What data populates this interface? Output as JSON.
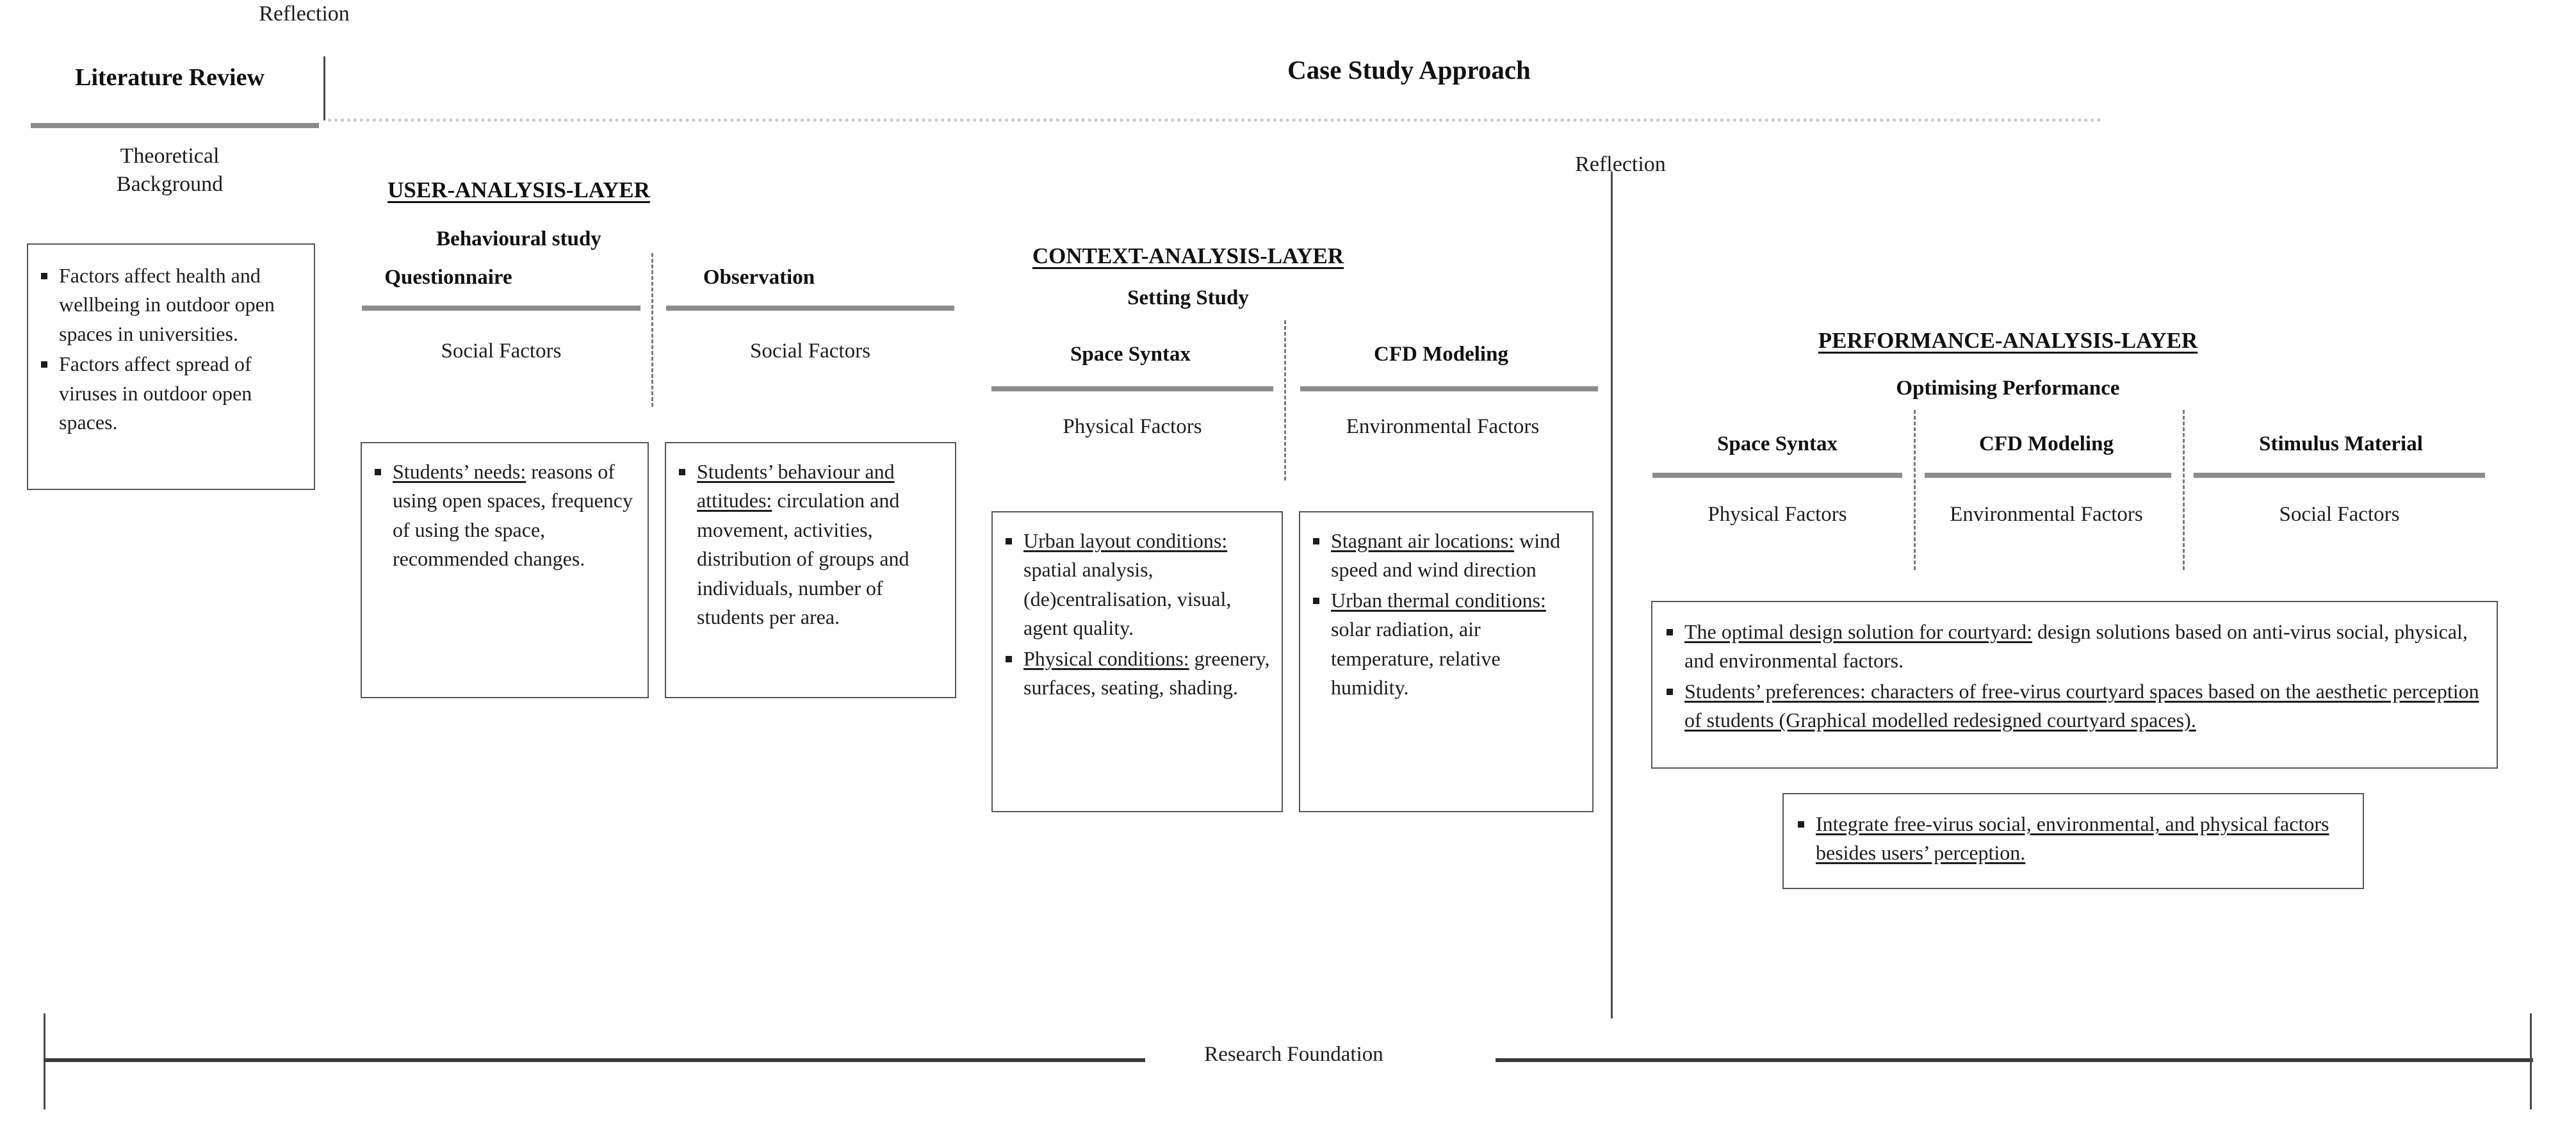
{
  "meta": {
    "diagram_title": "Research framework: Literature Review / Case Study Approach / Research Foundation",
    "accent_gray": "#8c8c8c",
    "line_dark": "#3a3a3a",
    "text_color": "#1d1d1d"
  },
  "top": {
    "reflection_left": "Reflection",
    "reflection_right": "Reflection",
    "case_study_title": "Case Study Approach"
  },
  "literature": {
    "title": "Literature Review",
    "subtitle_line1": "Theoretical",
    "subtitle_line2": "Background",
    "box_items": [
      {
        "underlined": "",
        "text": "Factors affect health and wellbeing in outdoor open spaces in universities."
      },
      {
        "underlined": "",
        "text": "Factors affect spread of viruses in outdoor open spaces."
      }
    ]
  },
  "user_layer": {
    "title": "USER-ANALYSIS-LAYER",
    "subtitle": "Behavioural study",
    "columns": [
      {
        "method": "Questionnaire",
        "factor": "Social Factors"
      },
      {
        "method": "Observation",
        "factor": "Social Factors"
      }
    ],
    "box_left_items": [
      {
        "underlined": "Students’ needs:",
        "text": " reasons of using open spaces, frequency of using the space, recommended changes."
      }
    ],
    "box_right_items": [
      {
        "underlined": "Students’ behaviour and attitudes:",
        "text": " circulation and movement, activities, distribution of groups and individuals, number of students per area."
      }
    ]
  },
  "context_layer": {
    "title": "CONTEXT-ANALYSIS-LAYER",
    "subtitle": "Setting Study",
    "columns": [
      {
        "method": "Space Syntax",
        "factor": "Physical Factors"
      },
      {
        "method": "CFD Modeling",
        "factor": "Environmental Factors"
      }
    ],
    "box_left_items": [
      {
        "underlined": "Urban layout conditions:",
        "text": "  spatial analysis, (de)centralisation, visual, agent quality."
      },
      {
        "underlined": "Physical conditions:",
        "text": " greenery, surfaces, seating, shading."
      }
    ],
    "box_right_items": [
      {
        "underlined": "Stagnant air locations:",
        "text": " wind speed and wind direction"
      },
      {
        "underlined": "Urban thermal conditions:",
        "text": " solar radiation, air temperature, relative humidity."
      }
    ]
  },
  "performance_layer": {
    "title": "PERFORMANCE-ANALYSIS-LAYER",
    "subtitle": "Optimising Performance",
    "columns": [
      {
        "method": "Space Syntax",
        "factor": "Physical Factors"
      },
      {
        "method": "CFD Modeling",
        "factor": "Environmental Factors"
      },
      {
        "method": "Stimulus Material",
        "factor": "Social Factors"
      }
    ],
    "box_main_items": [
      {
        "underlined": "The optimal design solution for courtyard:",
        "text": " design solutions based on anti-virus social, physical, and environmental factors."
      },
      {
        "underlined_full": "Students’ preferences: characters of free-virus courtyard spaces based on the aesthetic perception of students (Graphical modelled redesigned courtyard spaces)."
      }
    ],
    "box_sub_items": [
      {
        "underlined_full": "Integrate free-virus social, environmental, and physical factors besides users’ perception."
      }
    ]
  },
  "bottom": {
    "research_foundation": "Research Foundation"
  }
}
